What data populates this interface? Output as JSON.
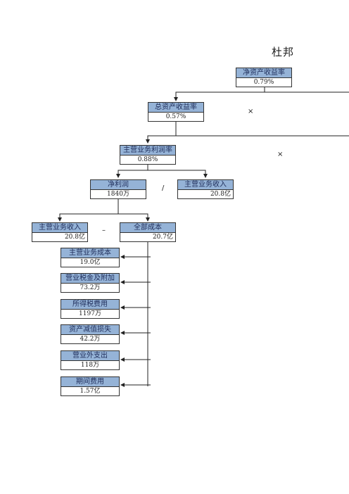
{
  "title": "杜邦",
  "nodes": {
    "roe": {
      "label": "净资产收益率",
      "value": "0.79%"
    },
    "roa": {
      "label": "总资产收益率",
      "value": "0.57%"
    },
    "margin": {
      "label": "主营业务利润率",
      "value": "0.88%"
    },
    "net_profit": {
      "label": "净利润",
      "value": "1840万"
    },
    "revenue_a": {
      "label": "主营业务收入",
      "value": "20.8亿"
    },
    "revenue_b": {
      "label": "主营业务收入",
      "value": "20.8亿"
    },
    "total_cost": {
      "label": "全部成本",
      "value": "20.7亿"
    },
    "cogs": {
      "label": "主营业务成本",
      "value": "19.0亿"
    },
    "tax_surcharge": {
      "label": "营业税金及附加",
      "value": "73.2万"
    },
    "income_tax": {
      "label": "所得税费用",
      "value": "1197万"
    },
    "impairment": {
      "label": "资产减值损失",
      "value": "42.2万"
    },
    "non_op_expense": {
      "label": "营业外支出",
      "value": "118万"
    },
    "period_expense": {
      "label": "期间费用",
      "value": "1.57亿"
    }
  },
  "operators": {
    "times_1": "×",
    "times_2": "×",
    "divide": "/",
    "minus": "–"
  }
}
